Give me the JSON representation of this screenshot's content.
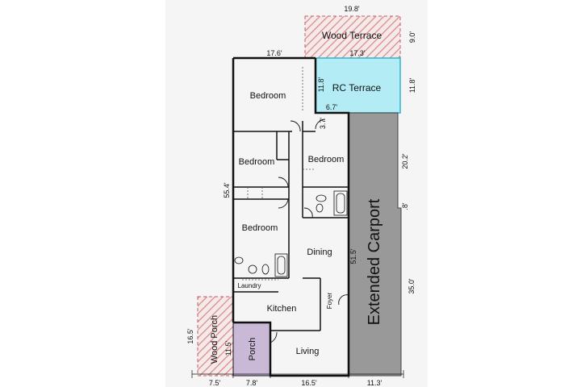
{
  "rooms": {
    "bedroom_top": "Bedroom",
    "bedroom_mid_left": "Bedroom",
    "bedroom_mid_right": "Bedroom",
    "bedroom_lower": "Bedroom",
    "dining": "Dining",
    "laundry": "Laundry",
    "kitchen": "Kitchen",
    "foyer": "Foyer",
    "living": "Living",
    "porch": "Porch",
    "wood_porch": "Wood Porch",
    "wood_terrace": "Wood Terrace",
    "rc_terrace": "RC Terrace",
    "extended_carport": "Extended Carport"
  },
  "dimensions": {
    "wood_terrace_width": "19.8'",
    "wood_terrace_depth": "9.0'",
    "rc_terrace_width": "17.3'",
    "house_top_width": "17.6'",
    "bedroom_top_side": "11.8'",
    "rc_terrace_side": "11.8'",
    "rc_terrace_bottom": "6.7'",
    "notch": "3.7'",
    "carport_upper": "20.2'",
    "carport_step": ".8'",
    "house_length": "55.4'",
    "carport_inner_length": "51.5'",
    "carport_lower": "35.0'",
    "wood_porch_length": "16.5'",
    "porch_length": "11.5'",
    "bottom_wood_porch": "7.5'",
    "bottom_porch": "7.8'",
    "bottom_living": "16.5'",
    "bottom_carport": "11.3'"
  },
  "colors": {
    "carport": "#999999",
    "rc_terrace": "#b4ecf5",
    "rc_terrace_border": "#2ab5cf",
    "porch": "#c9b8d6",
    "hatch": "#d98a8a",
    "wall": "#111111"
  }
}
